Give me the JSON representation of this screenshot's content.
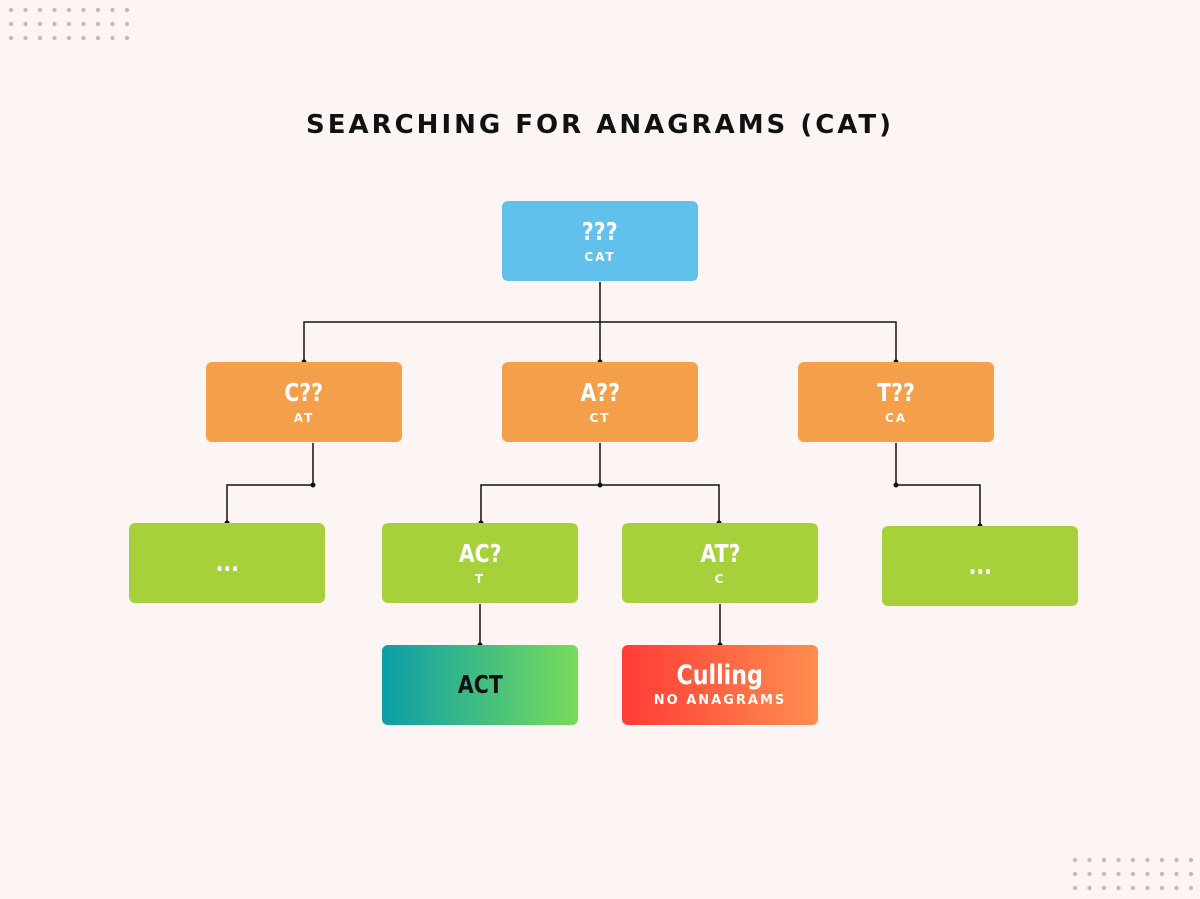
{
  "title": "SEARCHING FOR ANAGRAMS (CAT)",
  "colors": {
    "background": "#fdf5f3",
    "root": "#62c1ec",
    "level1": "#f4a04a",
    "level2": "#a6d13b",
    "result_gradient_start": "#0b9ea8",
    "result_gradient_end": "#78dc5a",
    "culling_gradient_start": "#ff3b36",
    "culling_gradient_end": "#ff8e4f",
    "dots": "#c3bcbb",
    "lines": "#111111"
  },
  "nodes": {
    "root": {
      "main": "???",
      "sub": "CAT"
    },
    "c": {
      "main": "C??",
      "sub": "AT"
    },
    "a": {
      "main": "A??",
      "sub": "CT"
    },
    "t": {
      "main": "T??",
      "sub": "CA"
    },
    "dots_left": {
      "main": "..."
    },
    "ac": {
      "main": "AC?",
      "sub": "T"
    },
    "at": {
      "main": "AT?",
      "sub": "C"
    },
    "dots_right": {
      "main": "..."
    },
    "act": {
      "main": "ACT"
    },
    "culling": {
      "main": "Culling",
      "sub": "NO ANAGRAMS"
    }
  }
}
